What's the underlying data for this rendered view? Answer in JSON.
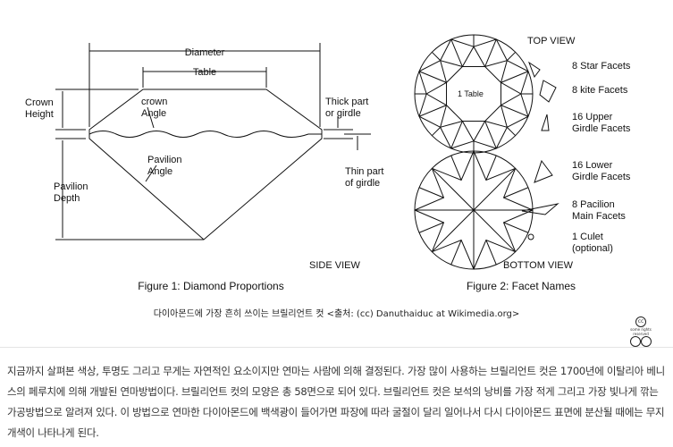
{
  "figure1": {
    "diameter": "Diameter",
    "table": "Table",
    "crown_height_1": "Crown",
    "crown_height_2": "Height",
    "crown_angle_1": "crown",
    "crown_angle_2": "Angle",
    "pavilion_angle_1": "Pavilion",
    "pavilion_angle_2": "Angle",
    "pavilion_depth_1": "Pavilion",
    "pavilion_depth_2": "Depth",
    "thick_1": "Thick part",
    "thick_2": "or girdle",
    "thin_1": "Thin part",
    "thin_2": "of girdle",
    "side_view": "SIDE VIEW",
    "caption": "Figure 1: Diamond Proportions"
  },
  "figure2": {
    "top_view": "TOP VIEW",
    "bottom_view": "BOTTOM VIEW",
    "table_label": "1 Table",
    "caption": "Figure 2: Facet Names",
    "facets": [
      [
        "8 Star Facets"
      ],
      [
        "8 kite Facets"
      ],
      [
        "16 Upper",
        "Girdle Facets"
      ],
      [
        "16 Lower",
        "Girdle Facets"
      ],
      [
        "8 Pacilion",
        "Main Facets"
      ],
      [
        "1 Culet",
        "(optional)"
      ]
    ]
  },
  "image_caption": "다이아몬드에 가장 흔히 쓰이는 브릴리언트 컷 <출처: (cc) Danuthaiduc at Wikimedia.org>",
  "license": {
    "cc": "cc",
    "text": "some rights reserved"
  },
  "paragraph": "지금까지 살펴본 색상, 투명도 그리고 무게는 자연적인 요소이지만 연마는 사람에 의해 결정된다. 가장 많이 사용하는 브릴리언트 컷은 1700년에 이탈리아 베니스의 페루치에 의해 개발된 연마방법이다. 브릴리언트 컷의 모양은 총 58면으로 되어 있다. 브릴리언트 컷은 보석의 낭비를 가장 적게 그리고 가장 빛나게 깎는 가공방법으로 알려져 있다. 이 방법으로 연마한 다이아몬드에 백색광이 들어가면 파장에 따라 굴절이 달리 일어나서 다시 다이아몬드 표면에 분산될 때에는 무지개색이 나타나게 된다."
}
